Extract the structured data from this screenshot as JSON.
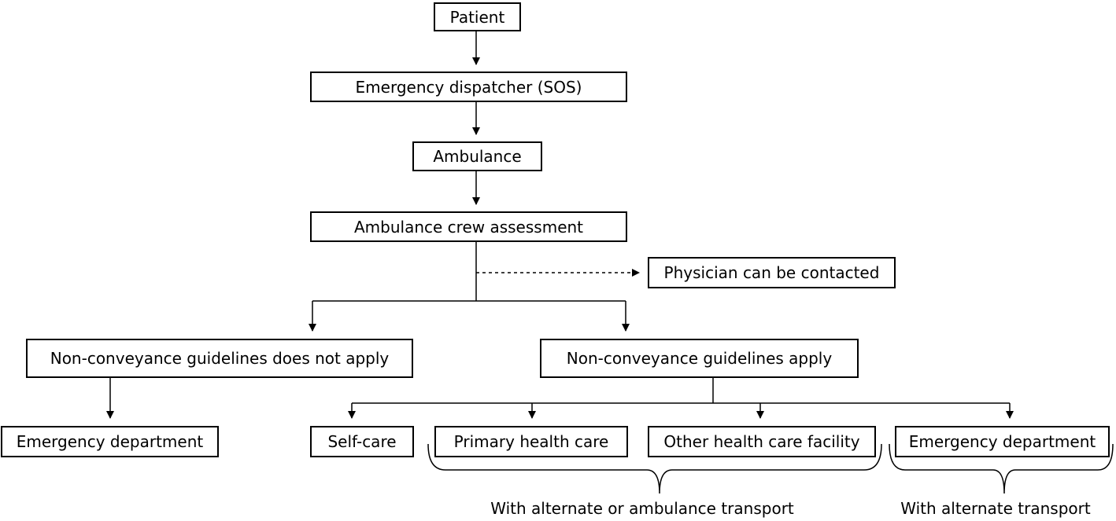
{
  "nodes": {
    "patient": "Patient",
    "dispatcher": "Emergency dispatcher (SOS)",
    "ambulance": "Ambulance",
    "assessment": "Ambulance crew assessment",
    "physician": "Physician can be contacted",
    "not_apply": "Non-conveyance guidelines does not apply",
    "apply": "Non-conveyance guidelines apply",
    "ed_left": "Emergency department",
    "self_care": "Self-care",
    "primary_care": "Primary health care",
    "other_facility": "Other health care facility",
    "ed_right": "Emergency department"
  },
  "captions": {
    "alternate_or_ambulance": "With alternate or ambulance transport",
    "alternate_only": "With alternate transport"
  },
  "colors": {
    "line": "#000000",
    "background": "#ffffff"
  }
}
